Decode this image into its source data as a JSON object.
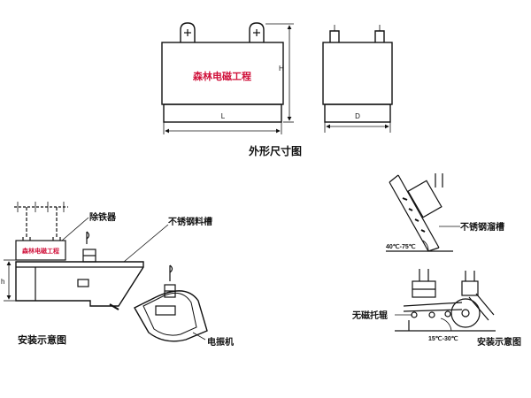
{
  "dimensions": {
    "length": "L",
    "depth": "D",
    "height": "H",
    "offset": "h"
  },
  "figure_titles": {
    "outline": "外形尺寸图",
    "installation_left": "安装示意图",
    "installation_right": "安装示意图"
  },
  "nameplate": {
    "text": "森林电磁工程",
    "small_text": "森林电磁工程"
  },
  "parts": {
    "iron_remover": "除铁器",
    "stainless_trough_left": "不锈钢料槽",
    "vibration_motor": "电振机",
    "stainless_trough_right": "不锈钢溜槽",
    "nonmagnetic_roller": "无磁托辊"
  },
  "angles": {
    "chute": "40℃-75℃",
    "belt": "15℃-30℃"
  },
  "colors": {
    "ink": "#111111",
    "nameplate_red": "#d0103a",
    "background": "#ffffff"
  }
}
